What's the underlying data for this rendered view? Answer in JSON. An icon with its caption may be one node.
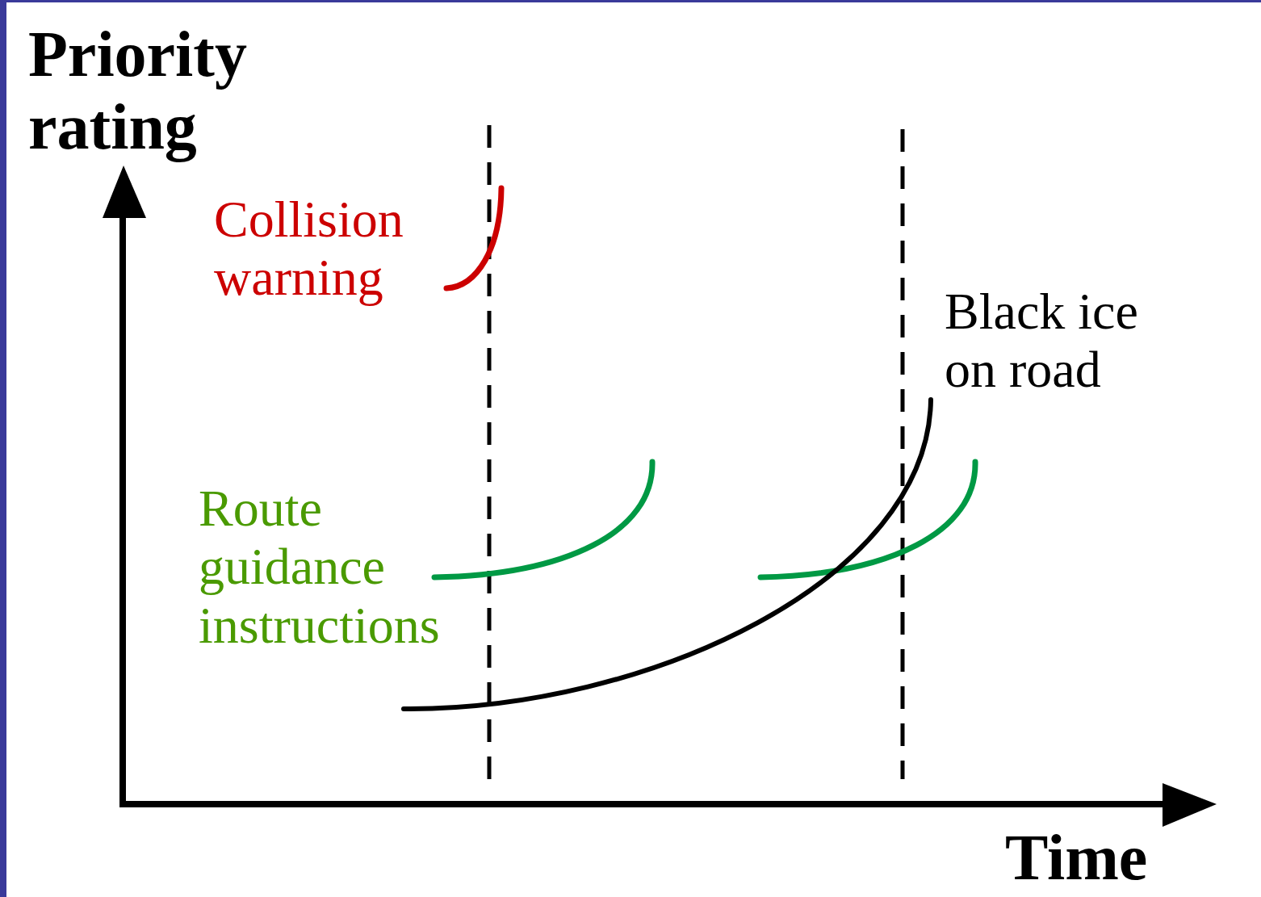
{
  "diagram": {
    "labels": [
      "Priority rating",
      "Collision warning",
      "Black ice on road",
      "Route guidance instructions",
      "Time"
    ]
  }
}
